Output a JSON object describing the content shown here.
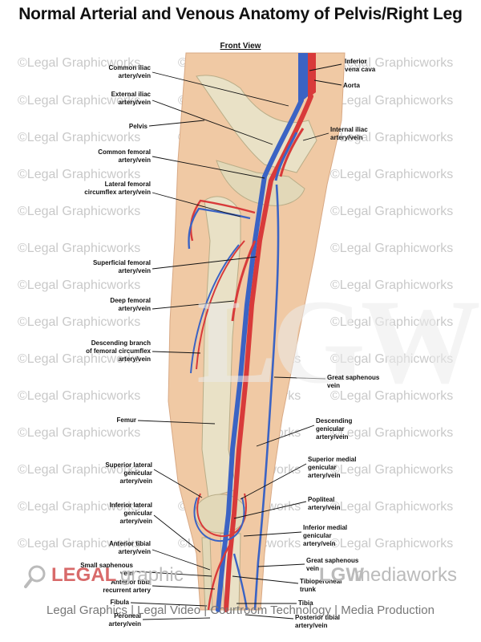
{
  "title": "Normal Arterial and Venous Anatomy of Pelvis/Right Leg",
  "subtitle": "Front View",
  "watermark": "©Legal Graphicworks",
  "big_logo": "LGW",
  "brand": {
    "legal": "LEGAL",
    "graphic": "graphic",
    "lgw": "LGW",
    "media": "mediaworks"
  },
  "tagline": "Legal Graphics | Legal Video | Courtroom Technology | Media Production",
  "colors": {
    "artery": "#d83a3a",
    "vein": "#3b63c4",
    "skin": "#f0c9a4",
    "bone": "#e9e1c6"
  },
  "labels": {
    "common_iliac": "Common iliac\nartery/vein",
    "external_iliac": "External iliac\nartery/vein",
    "pelvis": "Pelvis",
    "common_femoral": "Common femoral\nartery/vein",
    "lateral_femoral_circumflex": "Lateral femoral\ncircumflex artery/vein",
    "superficial_femoral": "Superficial femoral\nartery/vein",
    "deep_femoral": "Deep femoral\nartery/vein",
    "descending_branch": "Descending branch\nof femoral circumflex\nartery/vein",
    "femur": "Femur",
    "superior_lateral_genicular": "Superior lateral\ngenicular\nartery/vein",
    "inferior_lateral_genicular": "Inferior lateral\ngenicular\nartery/vein",
    "anterior_tibial": "Anterior tibial\nartery/vein",
    "small_saphenous": "Small saphenous\nvein",
    "anterior_tibia_recurrent": "Anterior tibia\nrecurrent artery",
    "fibula": "Fibula",
    "peroneal": "Peroneal\nartery/vein",
    "inferior_vena_cava": "Inferior\nvena cava",
    "aorta": "Aorta",
    "internal_iliac": "Internal iliac\nartery/vein",
    "great_saphenous_1": "Great saphenous\nvein",
    "descending_genicular": "Descending\ngenicular\nartery/vein",
    "superior_medial_genicular": "Superior medial\ngenicular\nartery/vein",
    "popliteal": "Popliteal\nartery/vein",
    "inferior_medial_genicular": "Inferior medial\ngenicular\nartery/vein",
    "great_saphenous_2": "Great saphenous\nvein",
    "tibioperoneal": "Tibioperoneal\ntrunk",
    "tibia": "Tibia",
    "posterior_tibial": "Posterior tibial\nartery/vein"
  }
}
